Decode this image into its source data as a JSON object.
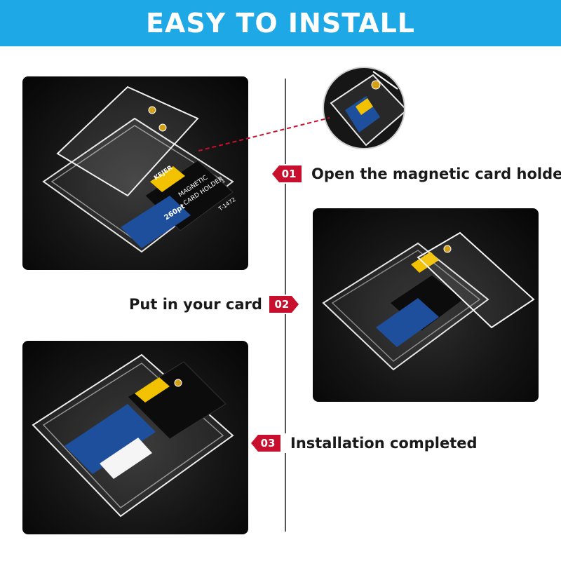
{
  "header": {
    "title": "EASY TO INSTALL"
  },
  "steps": [
    {
      "number": "01",
      "label": "Open the magnetic card holder"
    },
    {
      "number": "02",
      "label": "Put in your card"
    },
    {
      "number": "03",
      "label": "Installation completed"
    }
  ],
  "package": {
    "brand": "KEJER",
    "line1": "MAGNETIC",
    "line2": "CARD HOLDER",
    "thickness": "260pt",
    "model": "T-1472"
  },
  "colors": {
    "header_bg": "#1fa8e6",
    "badge_red": "#c8102e",
    "photo_bg": "#111111",
    "brand_yellow": "#f2c200",
    "card_blue": "#1d4f9c"
  },
  "icons": {
    "badge": "hexagon-arrow-badge",
    "dashed_connector": "red-dashed-line"
  }
}
